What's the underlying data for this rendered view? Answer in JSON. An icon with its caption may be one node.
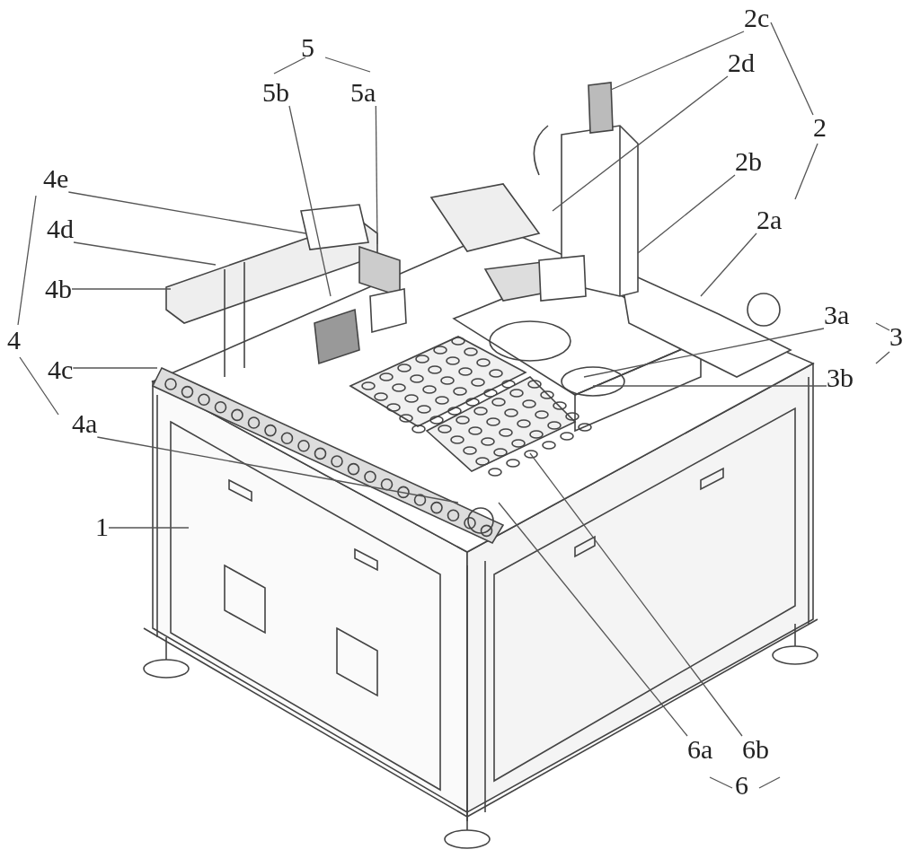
{
  "diagram": {
    "nodes": [
      {
        "text": [
          "2c"
        ]
      },
      {
        "text": [
          "2d"
        ]
      },
      {
        "text": [
          "5b"
        ]
      },
      {
        "text": [
          "5a"
        ]
      },
      {
        "text": [
          "2b"
        ]
      },
      {
        "text": [
          "4e"
        ]
      },
      {
        "text": [
          "2a"
        ]
      },
      {
        "text": [
          "4d"
        ]
      },
      {
        "text": [
          "4b"
        ]
      },
      {
        "text": [
          "3a"
        ]
      },
      {
        "text": [
          "4c"
        ]
      },
      {
        "text": [
          "3b"
        ]
      },
      {
        "text": [
          "4a"
        ]
      },
      {
        "text": [
          "1"
        ]
      },
      {
        "text": [
          "6a"
        ]
      },
      {
        "text": [
          "6b"
        ]
      }
    ],
    "edges": [
      {
        "from": 0,
        "to": null,
        "arrow": "none"
      },
      {
        "from": 1,
        "to": null,
        "arrow": "none"
      },
      {
        "from": 2,
        "to": null,
        "arrow": "none"
      },
      {
        "from": 3,
        "to": null,
        "arrow": "none"
      },
      {
        "from": 4,
        "to": null,
        "arrow": "none"
      },
      {
        "from": 5,
        "to": null,
        "arrow": "none"
      },
      {
        "from": 6,
        "to": null,
        "arrow": "none"
      },
      {
        "from": 7,
        "to": null,
        "arrow": "none"
      },
      {
        "from": 8,
        "to": null,
        "arrow": "none"
      },
      {
        "from": 9,
        "to": null,
        "arrow": "none"
      },
      {
        "from": 10,
        "to": null,
        "arrow": "none"
      },
      {
        "from": 11,
        "to": null,
        "arrow": "none"
      },
      {
        "from": 12,
        "to": null,
        "arrow": "none"
      },
      {
        "from": 13,
        "to": null,
        "arrow": "none"
      },
      {
        "from": 14,
        "to": null,
        "arrow": "none"
      },
      {
        "from": 15,
        "to": null,
        "arrow": "none"
      }
    ],
    "labels": [
      "5",
      "2",
      "4",
      "3",
      "6"
    ]
  }
}
